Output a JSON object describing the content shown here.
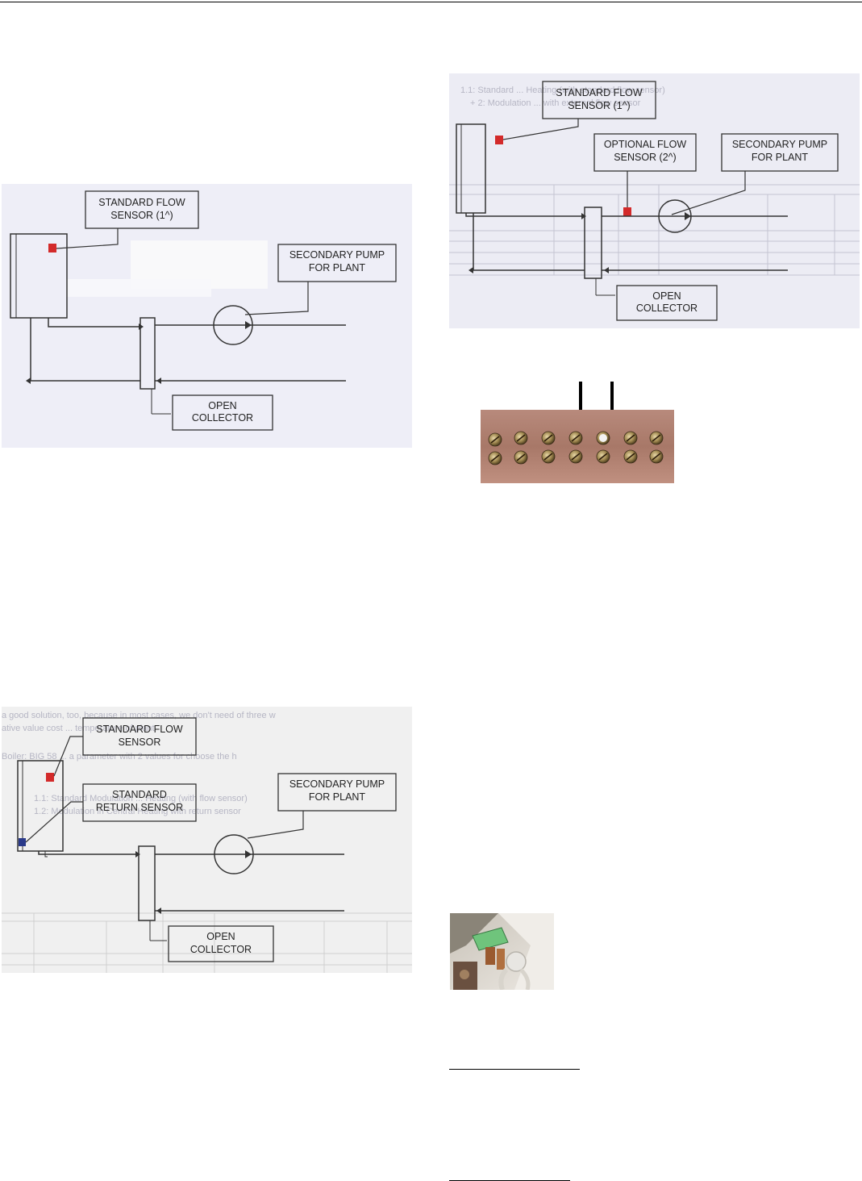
{
  "diagram1": {
    "standard_flow_sensor": [
      "STANDARD FLOW",
      "SENSOR (1^)"
    ],
    "secondary_pump": [
      "SECONDARY PUMP",
      "FOR PLANT"
    ],
    "open_collector": [
      "OPEN",
      "COLLECTOR"
    ]
  },
  "diagram2": {
    "standard_flow_sensor": [
      "STANDARD FLOW",
      "SENSOR (1^)"
    ],
    "optional_flow_sensor": [
      "OPTIONAL FLOW",
      "SENSOR (2^)"
    ],
    "secondary_pump": [
      "SECONDARY PUMP",
      "FOR PLANT"
    ],
    "open_collector": [
      "OPEN",
      "COLLECTOR"
    ],
    "background_lines": [
      "1.1: Standard ... Heating (with standard flow sensor)",
      "+ 2: Modulation ... with external flow sensor"
    ]
  },
  "diagram3": {
    "standard_flow_sensor": [
      "STANDARD FLOW",
      "SENSOR"
    ],
    "standard_return_sensor": [
      "STANDARD",
      "RETURN SENSOR"
    ],
    "secondary_pump": [
      "SECONDARY PUMP",
      "FOR PLANT"
    ],
    "open_collector": [
      "OPEN",
      "COLLECTOR"
    ],
    "background_lines": [
      "a good solution, too, because in most cases, we don't need of three w",
      "ative value cost ... temperature of plant",
      "Boiler: BIG 58 ... a parameter with 2 values for choose the h",
      "1.1: Standard Modulation ... Heating (with flow sensor)",
      "1.2: Modulation in Central Heating with return sensor"
    ]
  },
  "colors": {
    "sensor_red": "#d32a2a",
    "sensor_blue": "#2a3a8a",
    "scan_bg": "#eeeef6"
  }
}
